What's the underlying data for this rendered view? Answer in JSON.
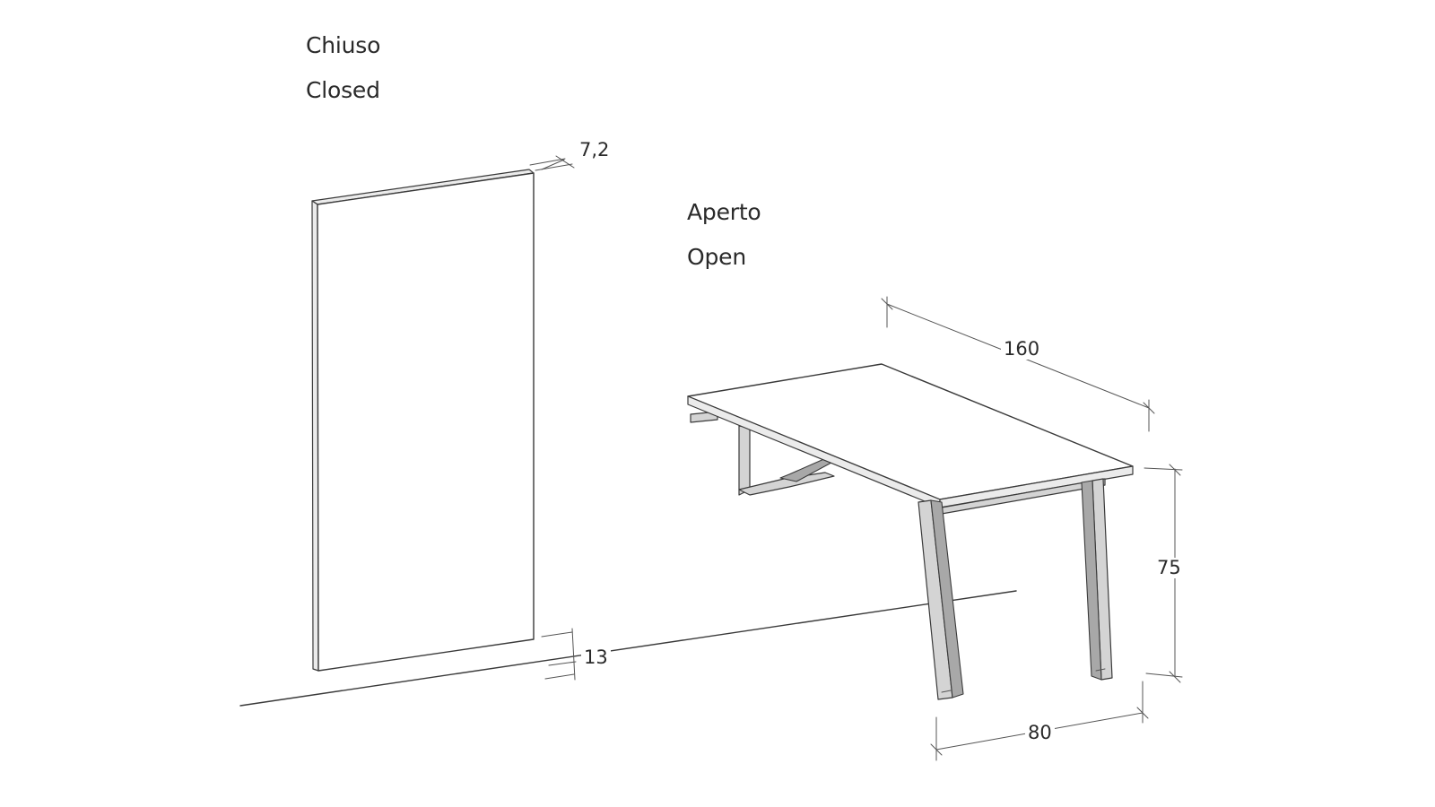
{
  "closed": {
    "label_it": "Chiuso",
    "label_en": "Closed",
    "depth": "7,2",
    "floor_gap": "13"
  },
  "open": {
    "label_it": "Aperto",
    "label_en": "Open",
    "length": "160",
    "height": "75",
    "width": "80"
  }
}
